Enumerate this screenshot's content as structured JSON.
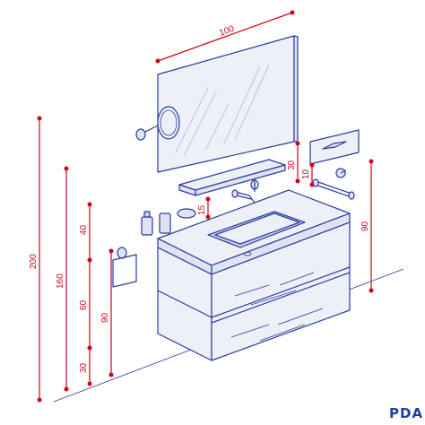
{
  "dimensions": {
    "mirror_width": "100",
    "mirror_to_shelf": "30",
    "shelf_gap": "15",
    "total_height": "200",
    "height_160": "160",
    "height_40": "40",
    "height_60": "60",
    "height_30": "30",
    "height_90_left": "90",
    "height_10": "10",
    "height_90_right": "90"
  },
  "logo": {
    "text": "PDA"
  },
  "colors": {
    "line": "#2b3a9f",
    "dimension": "#d0021b"
  }
}
